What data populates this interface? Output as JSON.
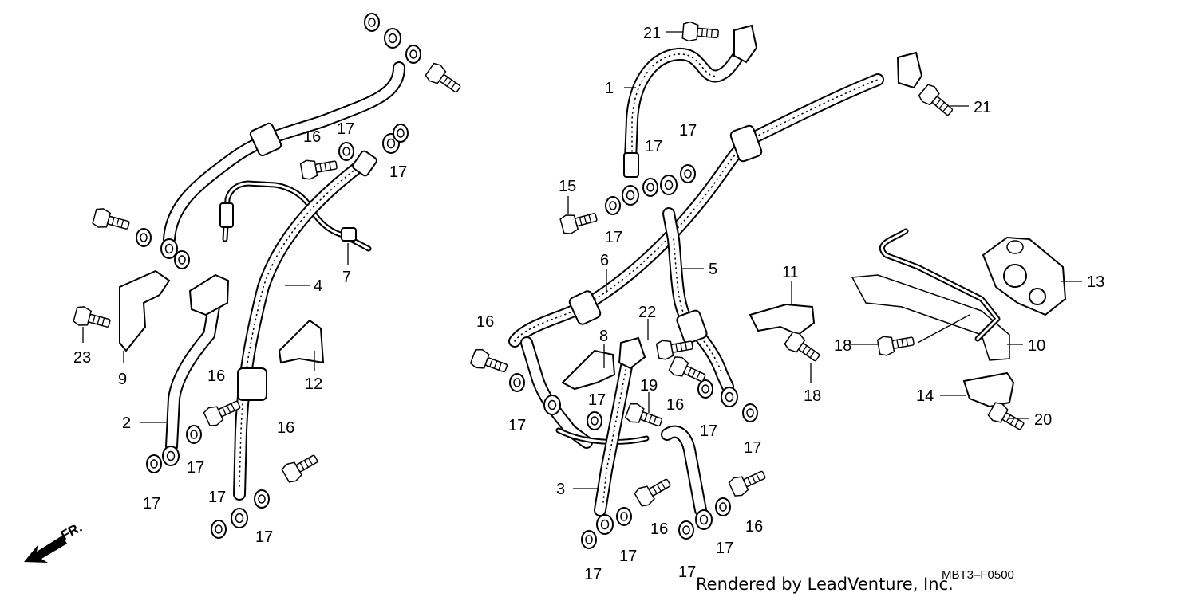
{
  "callouts": [
    {
      "id": "1",
      "text": "1"
    },
    {
      "id": "2",
      "text": "2"
    },
    {
      "id": "3",
      "text": "3"
    },
    {
      "id": "4",
      "text": "4"
    },
    {
      "id": "5",
      "text": "5"
    },
    {
      "id": "6",
      "text": "6"
    },
    {
      "id": "7",
      "text": "7"
    },
    {
      "id": "8",
      "text": "8"
    },
    {
      "id": "9",
      "text": "9"
    },
    {
      "id": "10",
      "text": "10"
    },
    {
      "id": "11",
      "text": "11"
    },
    {
      "id": "12",
      "text": "12"
    },
    {
      "id": "13",
      "text": "13"
    },
    {
      "id": "14",
      "text": "14"
    },
    {
      "id": "15",
      "text": "15"
    },
    {
      "id": "16",
      "text": "16"
    },
    {
      "id": "17",
      "text": "17"
    },
    {
      "id": "18",
      "text": "18"
    },
    {
      "id": "19",
      "text": "19"
    },
    {
      "id": "20",
      "text": "20"
    },
    {
      "id": "21",
      "text": "21"
    },
    {
      "id": "22",
      "text": "22"
    },
    {
      "id": "23",
      "text": "23"
    }
  ],
  "direction_marker": {
    "text": "FR.",
    "icon": "front-direction-arrow-icon"
  },
  "footer": {
    "credit": "Rendered by LeadVenture, Inc.",
    "diagram_code": "MBT3–F0500"
  }
}
